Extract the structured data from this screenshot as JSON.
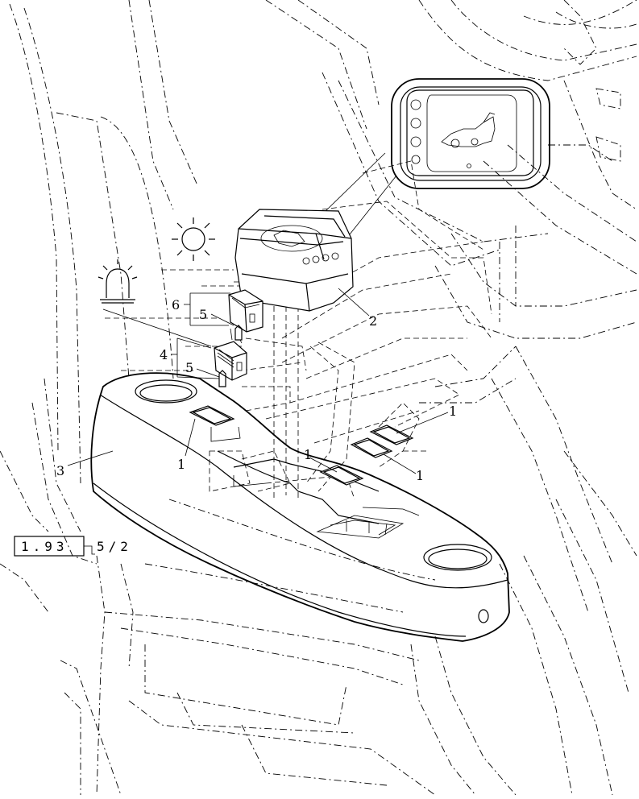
{
  "drawing": {
    "callouts": {
      "item_1a": "1",
      "item_1b": "1",
      "item_1c": "1",
      "item_1d": "1",
      "item_2": "2",
      "item_3": "3",
      "item_4": "4",
      "item_5a": "5",
      "item_5b": "5",
      "item_6": "6"
    },
    "reference": {
      "box_text": "1.93",
      "page_text": "5/2"
    }
  }
}
